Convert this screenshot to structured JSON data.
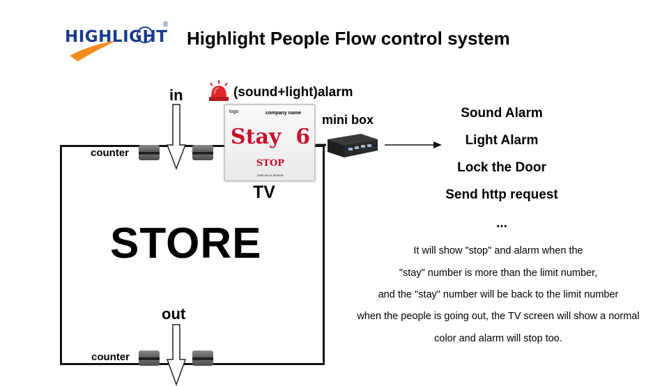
{
  "header": {
    "logo_text": "HIGHLIGHT",
    "logo_registered": "®",
    "title": "Highlight People Flow control system"
  },
  "labels": {
    "in": "in",
    "out": "out",
    "counter_top": "counter",
    "counter_bottom": "counter",
    "store": "STORE",
    "tv": "TV",
    "alarm": "(sound+light)alarm",
    "mini_box": "mini box"
  },
  "tv_screen": {
    "logo": "logo",
    "company": "company name",
    "stay": "Stay  6",
    "stop": "STOP",
    "date": "2020-04-14 15:05:36"
  },
  "actions": [
    "Sound Alarm",
    "Light Alarm",
    "Lock the Door",
    "Send http request",
    "..."
  ],
  "description": [
    "It will show \"stop\" and alarm when the",
    "\"stay\" number is more than the limit number,",
    "and the \"stay\" number will be back to the limit number",
    "when the people is going out, the TV screen will show a normal",
    "color and alarm will stop too."
  ],
  "colors": {
    "logo_blue": "#1c3a8c",
    "logo_orange": "#f28c1e",
    "alarm_red": "#e3262e",
    "stay_red": "#c8102e"
  }
}
